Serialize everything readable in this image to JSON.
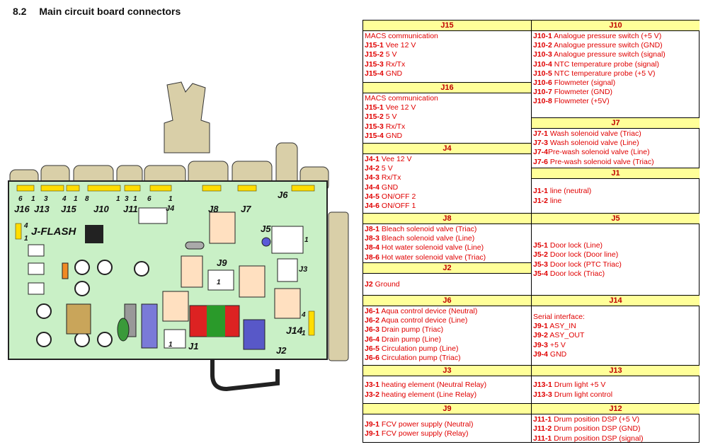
{
  "section": {
    "number": "8.2",
    "title": "Main circuit board connectors"
  },
  "board_labels": {
    "j16": "J16",
    "j13": "J13",
    "j15": "J15",
    "j10": "J10",
    "j11": "J11",
    "j4": "J4",
    "j8": "J8",
    "j7": "J7",
    "j6": "J6",
    "jflash": "J-FLASH",
    "j5": "J5",
    "j9": "J9",
    "j3": "J3",
    "j14": "J14",
    "j1": "J1",
    "j2": "J2",
    "pin6": "6",
    "pin1a": "1",
    "pin3": "3",
    "pin4a": "4",
    "pin1b": "1",
    "pin8": "8",
    "pin1c": "1",
    "pin3b": "3",
    "pin1d": "1",
    "pin6b": "6",
    "pin1e": "1",
    "fl4": "4",
    "fl1": "1",
    "j5_1": "1",
    "j9_1": "1",
    "j1_1": "1",
    "j14_4": "4",
    "j14_1": "1"
  },
  "table": {
    "left": [
      {
        "id": "J15",
        "title": "J15",
        "lines": [
          {
            "code": "",
            "text": "MACS communication"
          },
          {
            "code": "J15-1",
            "text": " Vee 12 V"
          },
          {
            "code": "J15-2",
            "text": " 5 V"
          },
          {
            "code": "J15-3",
            "text": " Rx/Tx"
          },
          {
            "code": "J15-4",
            "text": " GND"
          }
        ]
      },
      {
        "id": "J16",
        "title": "J16",
        "lines": [
          {
            "code": "",
            "text": "MACS communication"
          },
          {
            "code": "J15-1",
            "text": " Vee 12 V"
          },
          {
            "code": "J15-2",
            "text": " 5 V"
          },
          {
            "code": "J15-3",
            "text": " Rx/Tx"
          },
          {
            "code": "J15-4",
            "text": " GND"
          }
        ]
      },
      {
        "id": "J4",
        "title": "J4",
        "lines": [
          {
            "code": "J4-1",
            "text": " Vee 12 V"
          },
          {
            "code": "J4-2",
            "text": " 5 V"
          },
          {
            "code": "J4-3",
            "text": " Rx/Tx"
          },
          {
            "code": "J4-4",
            "text": " GND"
          },
          {
            "code": "J4-5",
            "text": " ON/OFF 2"
          },
          {
            "code": "J4-6",
            "text": " ON/OFF 1"
          }
        ]
      },
      {
        "id": "J8",
        "title": "J8",
        "lines": [
          {
            "code": "J8-1",
            "text": " Bleach solenoid valve (Triac)"
          },
          {
            "code": "J8-3",
            "text": " Bleach solenoid valve (Line)"
          },
          {
            "code": "J8-4",
            "text": " Hot water solenoid valve (Line)"
          },
          {
            "code": "J8-6",
            "text": " Hot water solenoid valve (Triac)"
          }
        ]
      },
      {
        "id": "J2",
        "title": "J2",
        "lines": [
          {
            "code": "J2",
            "text": " Ground"
          }
        ]
      },
      {
        "id": "J6",
        "title": "J6",
        "lines": [
          {
            "code": "J6-1",
            "text": " Aqua control device (Neutral)"
          },
          {
            "code": "J6-2",
            "text": " Aqua control device (Line)"
          },
          {
            "code": "J6-3",
            "text": " Drain pump (Triac)"
          },
          {
            "code": "J6-4",
            "text": " Drain pump (Line)"
          },
          {
            "code": "J6-5",
            "text": " Circulation pump (Line)"
          },
          {
            "code": "J6-6",
            "text": " Circulation pump (Triac)"
          }
        ]
      },
      {
        "id": "J3",
        "title": "J3",
        "lines": [
          {
            "code": "J3-1",
            "text": " heating element (Neutral Relay)"
          },
          {
            "code": "J3-2",
            "text": " heating element (Line Relay)"
          }
        ]
      },
      {
        "id": "J9",
        "title": "J9",
        "lines": [
          {
            "code": "J9-1",
            "text": " FCV power supply (Neutral)"
          },
          {
            "code": "J9-1",
            "text": " FCV power supply (Relay)"
          }
        ]
      }
    ],
    "right": [
      {
        "id": "J10",
        "title": "J10",
        "lines": [
          {
            "code": "J10-1",
            "text": " Analogue pressure switch (+5 V)"
          },
          {
            "code": "J10-2",
            "text": " Analogue pressure switch (GND)"
          },
          {
            "code": "J10-3",
            "text": " Analogue pressure switch (signal)"
          },
          {
            "code": "J10-4",
            "text": " NTC temperature probe (signal)"
          },
          {
            "code": "J10-5",
            "text": " NTC temperature probe (+5 V)"
          },
          {
            "code": "J10-6",
            "text": " Flowmeter (signal)"
          },
          {
            "code": "J10-7",
            "text": " Flowmeter (GND)"
          },
          {
            "code": "J10-8",
            "text": " Flowmeter (+5V)"
          }
        ]
      },
      {
        "id": "J7",
        "title": "J7",
        "lines": [
          {
            "code": "J7-1",
            "text": " Wash solenoid valve (Triac)"
          },
          {
            "code": "J7-3",
            "text": " Wash solenoid valve (Line)"
          },
          {
            "code": "J7-4",
            "text": "Pre-wash solenoid valve (Line)"
          },
          {
            "code": "J7-6",
            "text": " Pre-wash solenoid valve (Triac)"
          }
        ]
      },
      {
        "id": "J1",
        "title": "J1",
        "lines": [
          {
            "code": "J1-1",
            "text": " line (neutral)"
          },
          {
            "code": "J1-2",
            "text": " line"
          }
        ]
      },
      {
        "id": "J5",
        "title": "J5",
        "lines": [
          {
            "code": "J5-1",
            "text": " Door lock (Line)"
          },
          {
            "code": "J5-2",
            "text": " Door lock (Door line)"
          },
          {
            "code": "J5-3",
            "text": " Door lock (PTC Triac)"
          },
          {
            "code": "J5-4",
            "text": " Door lock (Triac)"
          }
        ]
      },
      {
        "id": "J14",
        "title": "J14",
        "lines": [
          {
            "code": "",
            "text": "Serial interface:"
          },
          {
            "code": "J9-1",
            "text": " ASY_IN"
          },
          {
            "code": "J9-2",
            "text": " ASY_OUT"
          },
          {
            "code": "J9-3",
            "text": " +5 V"
          },
          {
            "code": "J9-4",
            "text": " GND"
          }
        ]
      },
      {
        "id": "J13",
        "title": "J13",
        "lines": [
          {
            "code": "J13-1",
            "text": " Drum light +5 V"
          },
          {
            "code": "J13-3",
            "text": " Drum light control"
          }
        ]
      },
      {
        "id": "J12",
        "title": "J12",
        "lines": [
          {
            "code": "J11-1",
            "text": " Drum position DSP (+5 V)"
          },
          {
            "code": "J11-2",
            "text": " Drum position DSP (GND)"
          },
          {
            "code": "J11-1",
            "text": " Drum position DSP (signal)"
          }
        ]
      }
    ]
  }
}
